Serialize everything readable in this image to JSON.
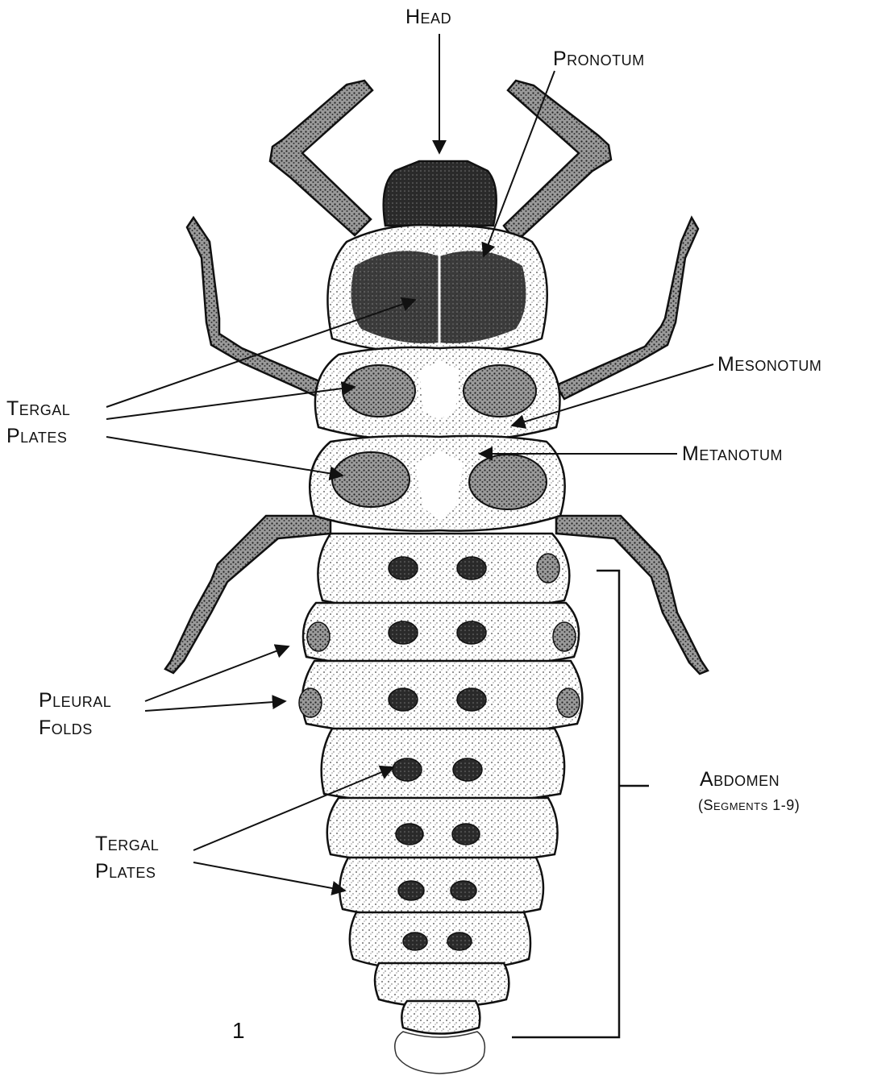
{
  "labels": {
    "head": "Head",
    "pronotum": "Pronotum",
    "mesonotum": "Mesonotum",
    "metanotum": "Metanotum",
    "tergal_plates_upper_1": "Tergal",
    "tergal_plates_upper_2": "Plates",
    "pleural_folds_1": "Pleural",
    "pleural_folds_2": "Folds",
    "tergal_plates_lower_1": "Tergal",
    "tergal_plates_lower_2": "Plates",
    "abdomen": "Abdomen",
    "abdomen_sub": "(Segments 1-9)",
    "figure_number": "1"
  },
  "colors": {
    "ink": "#111111",
    "stipple_light": "#cfcfcf",
    "stipple_dark": "#3a3a3a",
    "paper": "#ffffff"
  }
}
